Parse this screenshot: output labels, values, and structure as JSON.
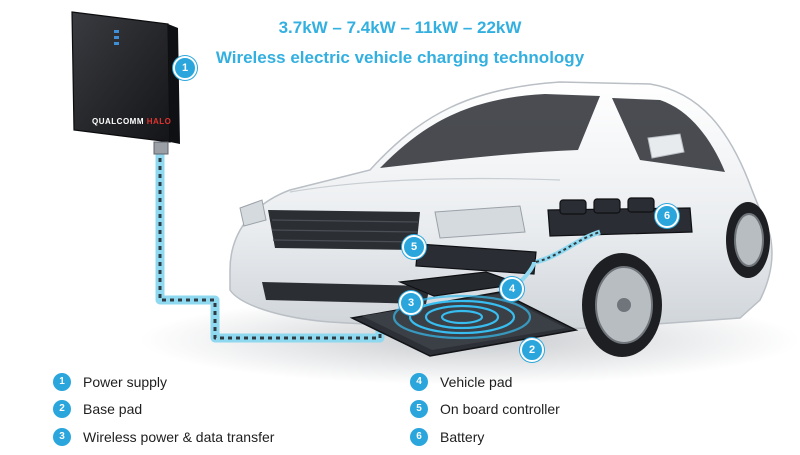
{
  "header": {
    "power_ratings": "3.7kW – 7.4kW – 11kW – 22kW",
    "title": "Wireless electric vehicle charging technology"
  },
  "device": {
    "brand": "QUALCOMM",
    "product": "HALO"
  },
  "callouts": [
    {
      "number": "1"
    },
    {
      "number": "2"
    },
    {
      "number": "3"
    },
    {
      "number": "4"
    },
    {
      "number": "5"
    },
    {
      "number": "6"
    }
  ],
  "legend": [
    {
      "number": "1",
      "label": "Power supply"
    },
    {
      "number": "2",
      "label": "Base pad"
    },
    {
      "number": "3",
      "label": "Wireless power & data transfer"
    },
    {
      "number": "4",
      "label": "Vehicle pad"
    },
    {
      "number": "5",
      "label": "On board controller"
    },
    {
      "number": "6",
      "label": "Battery"
    }
  ],
  "colors": {
    "accent": "#2aa6dc",
    "title": "#33b0e0",
    "cable": "#7fd3ee",
    "car_body": "#eef0f2",
    "device": "#1e1f22",
    "brand_halo": "#e0332f"
  }
}
